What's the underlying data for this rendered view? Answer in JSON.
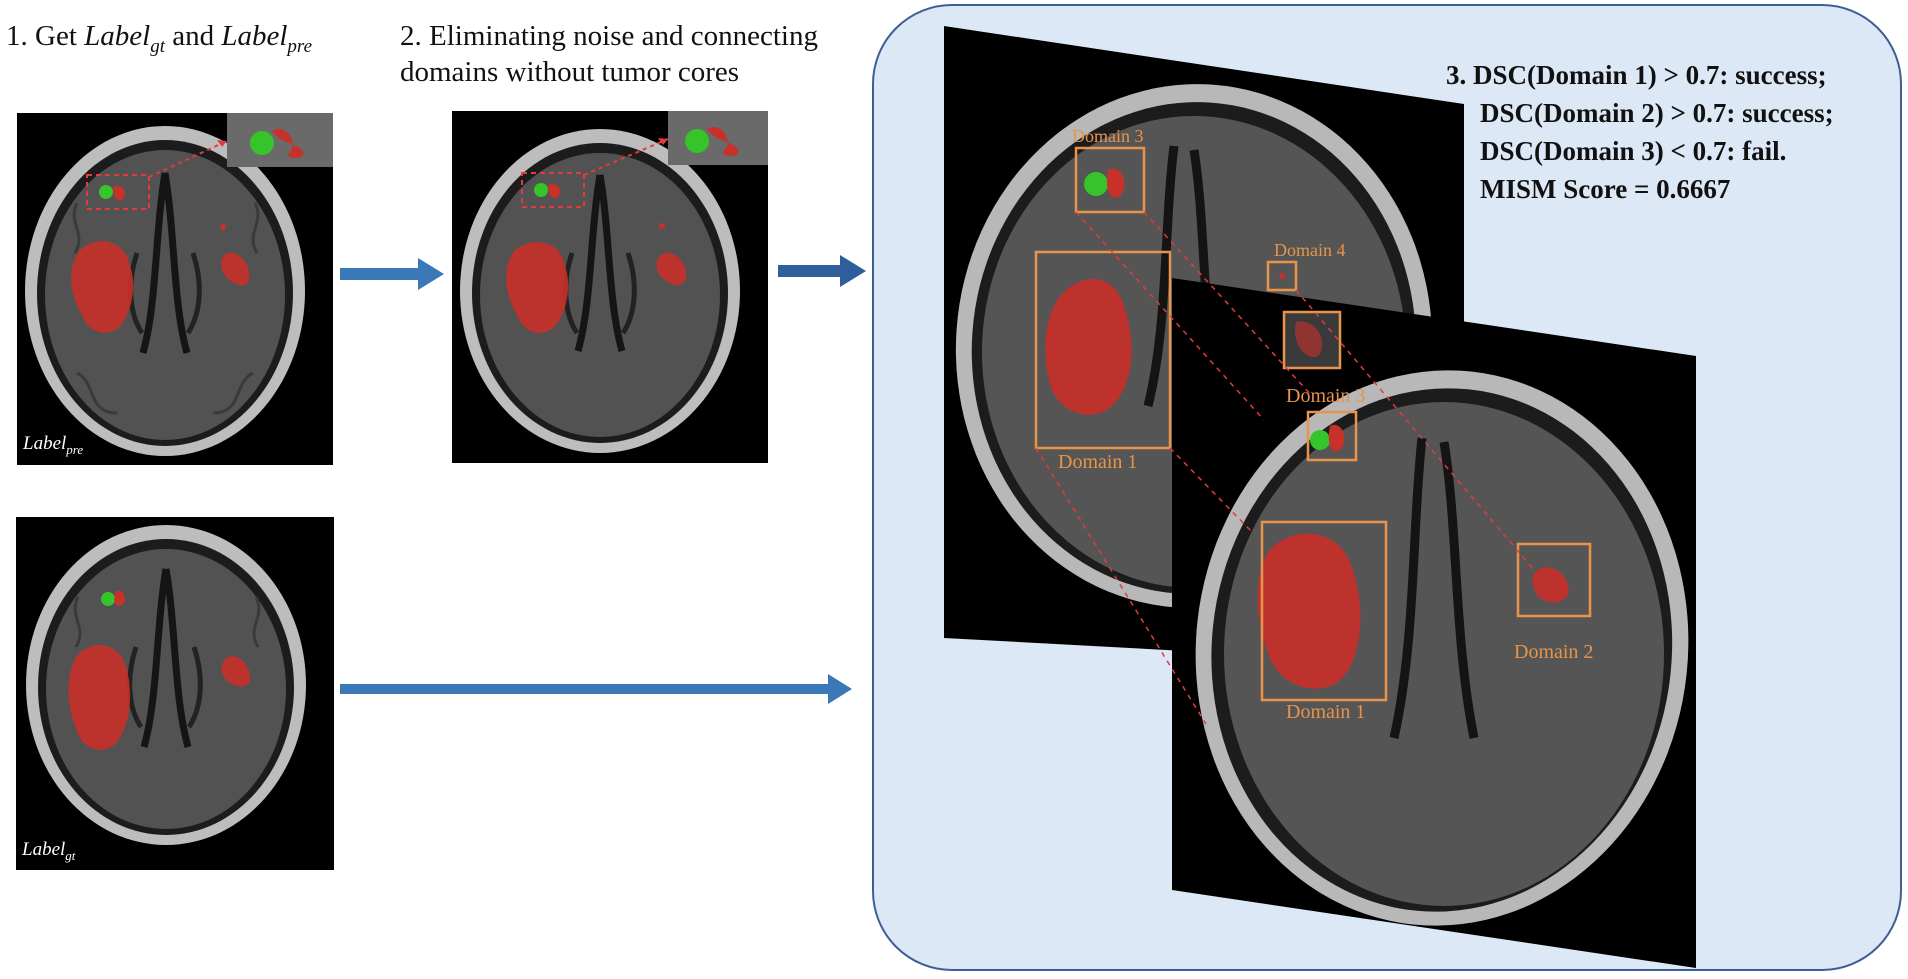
{
  "step1": {
    "prefix": "1. Get ",
    "label_a": "Label",
    "sub_a": "gt",
    "middle": " and ",
    "label_b": "Label",
    "sub_b": "pre"
  },
  "step2": {
    "line1": "2. Eliminating noise and connecting",
    "line2": "domains without tumor cores"
  },
  "step3": {
    "line1": "3. DSC(Domain 1) > 0.7: success;",
    "line2": "DSC(Domain 2) > 0.7: success;",
    "line3": "DSC(Domain 3) < 0.7: fail.",
    "line4": "MISM Score = 0.6667"
  },
  "images": {
    "pre_label": {
      "name": "Label",
      "sub": "pre"
    },
    "gt_label": {
      "name": "Label",
      "sub": "gt"
    }
  },
  "domains": {
    "back": {
      "d1": "Domain 1",
      "d3": "Domain 3",
      "d4": "Domain 4"
    },
    "front": {
      "d1": "Domain 1",
      "d2": "Domain 2",
      "d3": "Domain 3"
    }
  },
  "colors": {
    "panel": "#dce8f6",
    "panel_border": "#3e5f93",
    "arrow": "#3a78b8",
    "tumor": "#c8302a",
    "core": "#35c42a",
    "box": "#e8944a"
  }
}
